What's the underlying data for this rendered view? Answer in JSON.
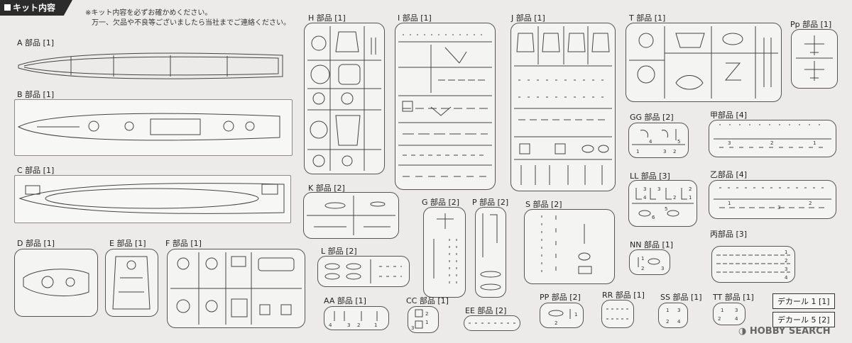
{
  "header": {
    "title": "キット内容"
  },
  "notes": [
    "※キット内容を必ずお確かめください。",
    "万一、欠品や不良等ございましたら当社までご連絡ください。"
  ],
  "parts": {
    "A": "A 部品 [1]",
    "B": "B 部品 [1]",
    "C": "C 部品 [1]",
    "D": "D 部品 [1]",
    "E": "E 部品 [1]",
    "F": "F 部品 [1]",
    "H": "H 部品 [1]",
    "I": "I 部品 [1]",
    "J": "J 部品 [1]",
    "T": "T 部品 [1]",
    "Pp": "Pp 部品 [1]",
    "K": "K 部品 [2]",
    "L": "L 部品 [2]",
    "G": "G 部品 [2]",
    "P": "P 部品 [2]",
    "S": "S 部品 [2]",
    "GG": "GG 部品 [2]",
    "KOU": "甲部品 [4]",
    "LL": "LL 部品 [3]",
    "OTSU": "乙部品 [4]",
    "NN": "NN 部品 [1]",
    "HEI": "丙部品 [3]",
    "AA": "AA 部品 [1]",
    "CC": "CC 部品 [1]",
    "EE": "EE 部品 [2]",
    "PP": "PP 部品 [2]",
    "RR": "RR 部品 [1]",
    "SS": "SS 部品 [1]",
    "TT": "TT 部品 [1]"
  },
  "decals": {
    "d1": "デカール 1 [1]",
    "d5": "デカール 5 [2]"
  },
  "watermark": "HOBBY SEARCH",
  "part_numbers": {
    "gg": [
      "4",
      "5",
      "1",
      "3",
      "2"
    ],
    "ll": [
      "3",
      "4",
      "3",
      "2",
      "2",
      "1",
      "6",
      "5"
    ],
    "aa": [
      "4",
      "3",
      "2",
      "1"
    ],
    "cc": [
      "2",
      "1",
      "3"
    ],
    "nn": [
      "1",
      "2",
      "3"
    ],
    "pp": [
      "2",
      "1"
    ],
    "ss": [
      "1",
      "3",
      "2",
      "4"
    ],
    "tt": [
      "1",
      "3",
      "2",
      "4"
    ],
    "kou": [
      "3",
      "2",
      "1"
    ],
    "otsu": [
      "1",
      "3",
      "2"
    ],
    "hei": [
      "1",
      "2",
      "3",
      "4"
    ]
  }
}
